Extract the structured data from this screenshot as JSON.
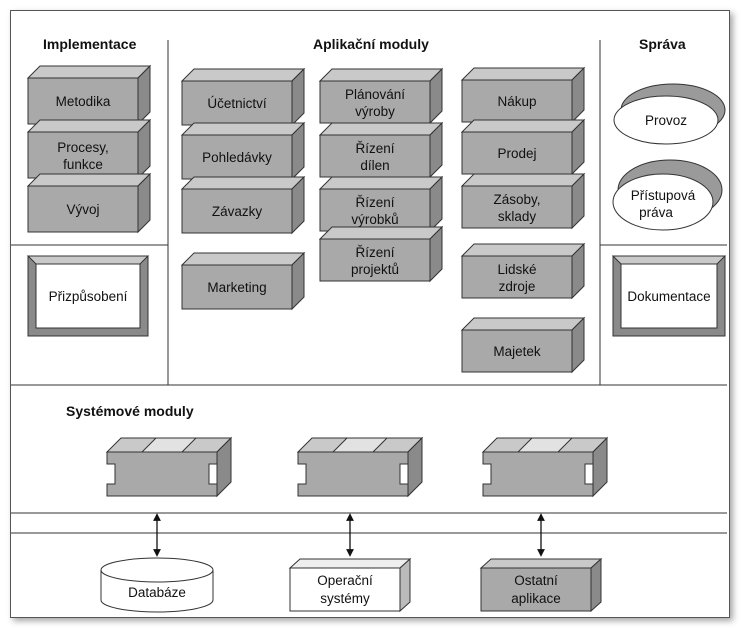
{
  "sections": {
    "implementace": "Implementace",
    "aplikacni": "Aplikační moduly",
    "sprava": "Správa",
    "systemove": "Systémové moduly"
  },
  "implementation_modules": [
    {
      "line1": "Metodika",
      "line2": ""
    },
    {
      "line1": "Procesy,",
      "line2": "funkce"
    },
    {
      "line1": "Vývoj",
      "line2": ""
    }
  ],
  "customization": "Přizpůsobení",
  "app_col1": [
    {
      "line1": "Účetnictví",
      "line2": ""
    },
    {
      "line1": "Pohledávky",
      "line2": ""
    },
    {
      "line1": "Závazky",
      "line2": ""
    }
  ],
  "marketing": "Marketing",
  "app_col2": [
    {
      "line1": "Plánování",
      "line2": "výroby"
    },
    {
      "line1": "Řízení",
      "line2": "dílen"
    },
    {
      "line1": "Řízení",
      "line2": "výrobků"
    },
    {
      "line1": "Řízení",
      "line2": "projektů"
    }
  ],
  "app_col3": [
    {
      "line1": "Nákup",
      "line2": ""
    },
    {
      "line1": "Prodej",
      "line2": ""
    },
    {
      "line1": "Zásoby,",
      "line2": "sklady"
    },
    {
      "line1": "Lidské",
      "line2": "zdroje"
    },
    {
      "line1": "Majetek",
      "line2": ""
    }
  ],
  "sprava_items": {
    "provoz": "Provoz",
    "pristupova_1": "Přístupová",
    "pristupova_2": "práva",
    "dokumentace": "Dokumentace"
  },
  "bottom": {
    "databaze": "Databáze",
    "operacni_1": "Operační",
    "operacni_2": "systémy",
    "ostatni_1": "Ostatní",
    "ostatni_2": "aplikace"
  }
}
